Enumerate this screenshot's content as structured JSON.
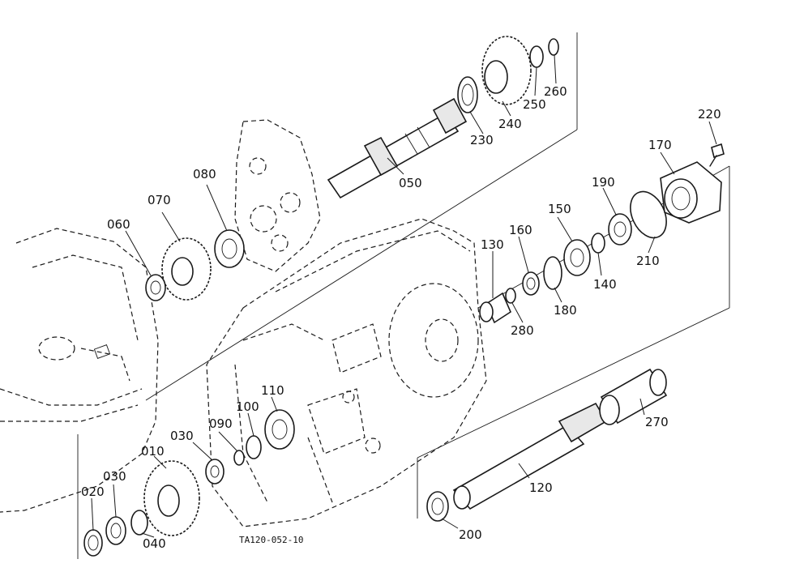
{
  "drawing_code": "TA120-052-10",
  "part_labels": {
    "p010": "010",
    "p020": "020",
    "p030a": "030",
    "p030b": "030",
    "p040": "040",
    "p050": "050",
    "p060": "060",
    "p070": "070",
    "p080": "080",
    "p090": "090",
    "p100": "100",
    "p110": "110",
    "p120": "120",
    "p130": "130",
    "p140": "140",
    "p150": "150",
    "p160": "160",
    "p170": "170",
    "p180": "180",
    "p190": "190",
    "p200": "200",
    "p210": "210",
    "p220": "220",
    "p230": "230",
    "p240": "240",
    "p250": "250",
    "p260": "260",
    "p270": "270",
    "p280": "280"
  }
}
